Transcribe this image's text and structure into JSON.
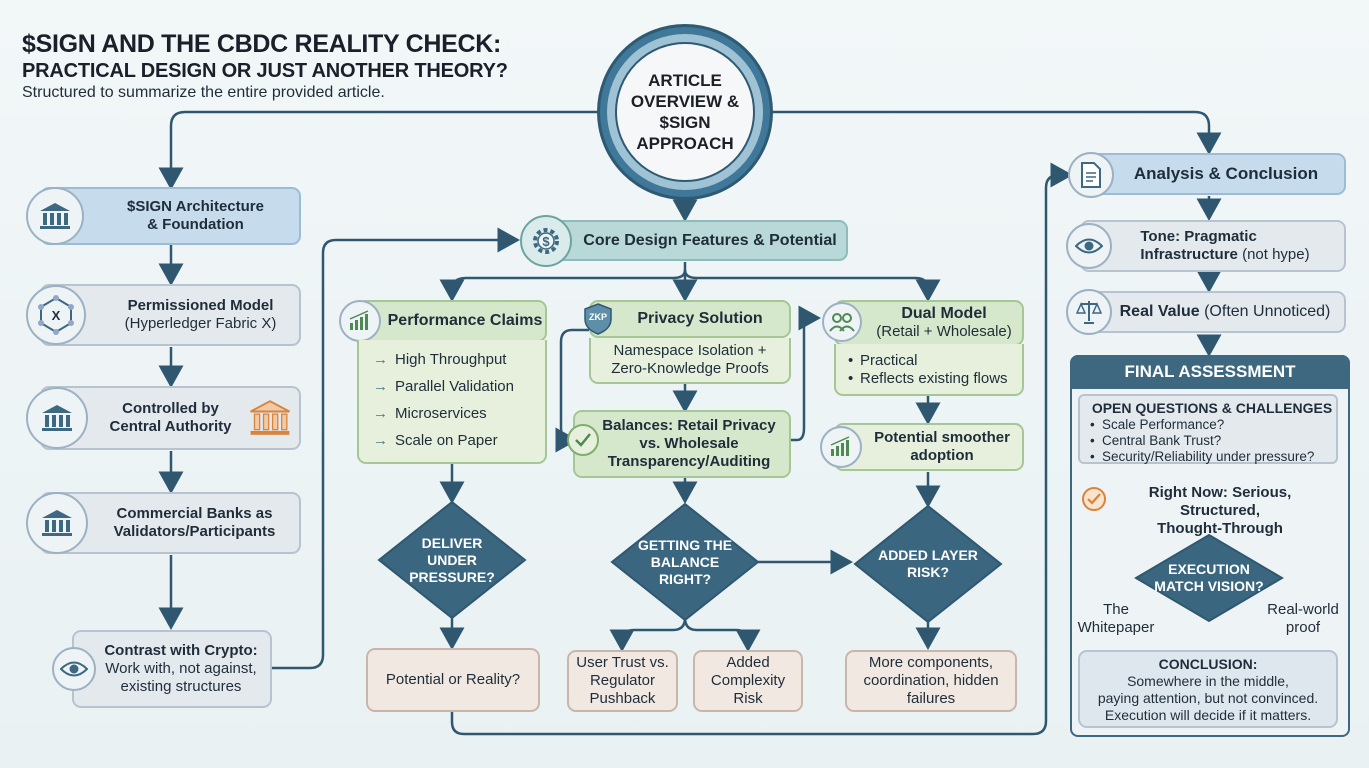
{
  "title": {
    "line1": "$SIGN AND THE CBDC REALITY CHECK:",
    "line2": "PRACTICAL DESIGN OR JUST ANOTHER THEORY?",
    "subtitle": "Structured to summarize the entire provided article."
  },
  "hub": {
    "label": "ARTICLE\nOVERVIEW &\n$SIGN\nAPPROACH"
  },
  "left": {
    "architecture": "$SIGN Architecture\n& Foundation",
    "permissioned_title": "Permissioned Model",
    "permissioned_sub": "(Hyperledger Fabric X)",
    "controlled": "Controlled by\nCentral Authority",
    "banks": "Commercial Banks as\nValidators/Participants",
    "contrast_title": "Contrast with Crypto:",
    "contrast_sub": "Work with, not against,\nexisting structures"
  },
  "middle": {
    "core": "Core Design Features & Potential",
    "performance": {
      "title": "Performance Claims",
      "items": [
        "High Throughput",
        "Parallel Validation",
        "Microservices",
        "Scale on Paper"
      ],
      "diamond": "DELIVER\nUNDER\nPRESSURE?",
      "outcome": "Potential or Reality?"
    },
    "privacy": {
      "title": "Privacy Solution",
      "badge": "ZKP",
      "detail": "Namespace Isolation +\nZero-Knowledge Proofs",
      "balances": "Balances: Retail Privacy\nvs. Wholesale\nTransparency/Auditing",
      "diamond": "GETTING THE\nBALANCE\nRIGHT?",
      "outcome_a": "User Trust vs.\nRegulator\nPushback",
      "outcome_b": "Added\nComplexity\nRisk"
    },
    "dual": {
      "title": "Dual Model",
      "sub": "(Retail + Wholesale)",
      "items": [
        "Practical",
        "Reflects existing flows"
      ],
      "adoption": "Potential smoother\nadoption",
      "diamond": "ADDED LAYER\nRISK?",
      "outcome": "More components,\ncoordination, hidden\nfailures"
    }
  },
  "right": {
    "analysis": "Analysis & Conclusion",
    "tone_bold": "Tone: Pragmatic\nInfrastructure",
    "tone_rest": " (not hype)",
    "value_bold": "Real Value",
    "value_rest": " (Often Unnoticed)",
    "final": "FINAL ASSESSMENT",
    "open_title": "OPEN QUESTIONS & CHALLENGES",
    "open_items": [
      "Scale Performance?",
      "Central Bank Trust?",
      "Security/Reliability under pressure?"
    ],
    "right_now": "Right Now: Serious, Structured,\nThought-Through",
    "exec_diamond": "EXECUTION\nMATCH VISION?",
    "left_branch": "The\nWhitepaper",
    "right_branch": "Real-world\nproof",
    "conclusion_title": "CONCLUSION:",
    "conclusion_body": "Somewhere in the middle,\npaying attention, but not convinced.\nExecution will decide if it matters."
  },
  "colors": {
    "wire": "#2f5870",
    "diamond": "#3a6680",
    "accent": "#d8843c"
  },
  "icons": [
    "bank-icon",
    "network-icon",
    "eye-icon",
    "gear-dollar-icon",
    "chart-icon",
    "shield-icon",
    "people-icon",
    "document-icon",
    "scales-icon",
    "check-icon"
  ]
}
